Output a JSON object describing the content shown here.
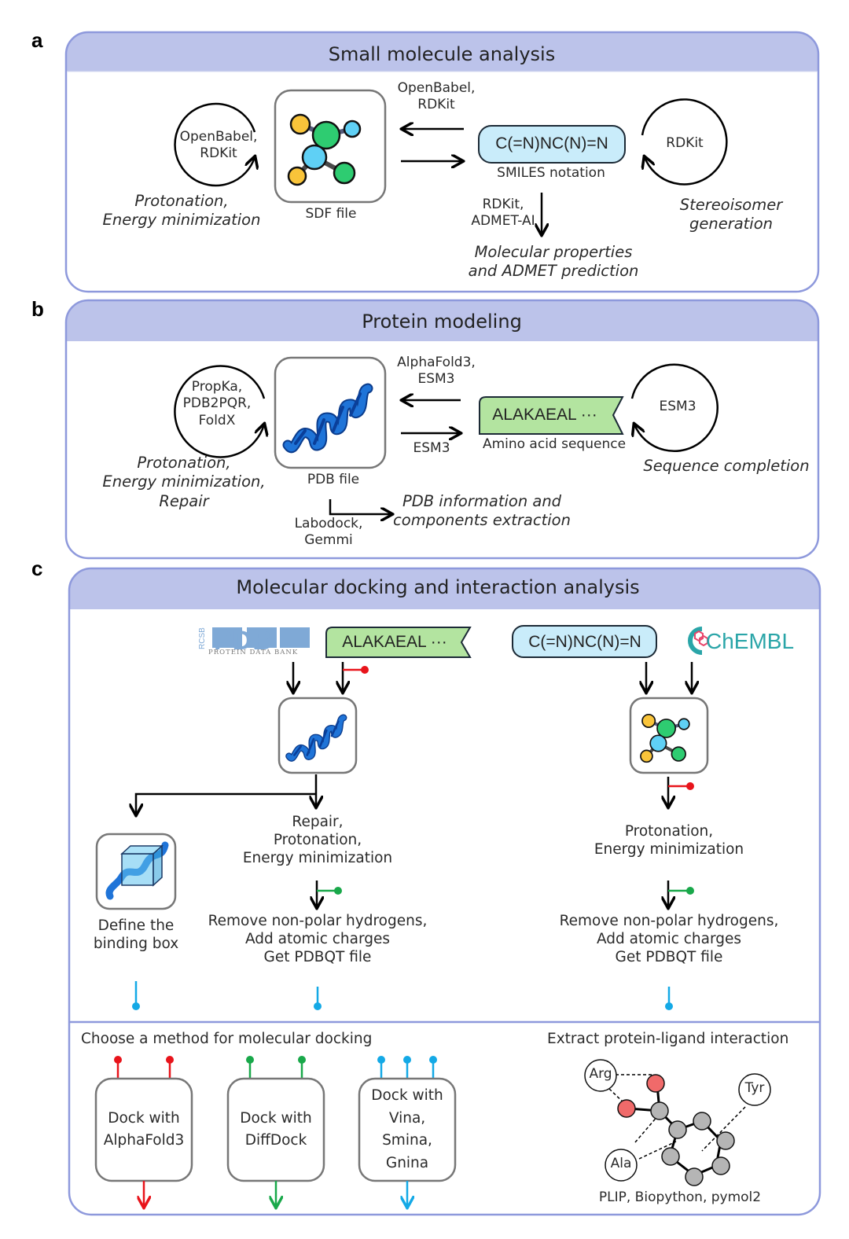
{
  "figure": {
    "panels": {
      "a": {
        "letter": "a",
        "title": "Small molecule analysis",
        "loop_left_tools": [
          "OpenBabel,",
          "RDKit"
        ],
        "loop_left_caption": [
          "Protonation,",
          "Energy minimization"
        ],
        "sdf_label": "SDF file",
        "arrow_to_sdf_tools": [
          "OpenBabel,",
          "RDKit"
        ],
        "smiles": "C(=N)NC(N)=N",
        "smiles_label": "SMILES notation",
        "down_tools": [
          "RDKit,",
          "ADMET-AI"
        ],
        "down_caption": [
          "Molecular properties",
          "and ADMET prediction"
        ],
        "loop_right_tools": "RDKit",
        "loop_right_caption": [
          "Stereoisomer",
          "generation"
        ]
      },
      "b": {
        "letter": "b",
        "title": "Protein modeling",
        "loop_left_tools": [
          "PropKa,",
          "PDB2PQR,",
          "FoldX"
        ],
        "loop_left_caption": [
          "Protonation,",
          "Energy minimization,",
          "Repair"
        ],
        "pdb_label": "PDB file",
        "arrow_to_pdb_tools": [
          "AlphaFold3,",
          "ESM3"
        ],
        "arrow_to_seq_tools": "ESM3",
        "sequence": "ALAKAEAL ···",
        "sequence_label": "Amino acid sequence",
        "loop_right_tools": "ESM3",
        "loop_right_caption": "Sequence completion",
        "extract_tools": [
          "Labodock,",
          "Gemmi"
        ],
        "extract_caption": [
          "PDB information and",
          "components extraction"
        ]
      },
      "c": {
        "letter": "c",
        "title": "Molecular docking and interaction analysis",
        "pdb_logo": {
          "main": "PDB",
          "side": "RCSB",
          "sub": "PROTEIN DATA BANK"
        },
        "sequence": "ALAKAEAL ···",
        "smiles": "C(=N)NC(N)=N",
        "chembl_logo": "ChEMBL",
        "binding_box_label": [
          "Define the",
          "binding box"
        ],
        "protein_prep": [
          "Repair,",
          "Protonation,",
          "Energy minimization"
        ],
        "protein_pdbqt": [
          "Remove non-polar hydrogens,",
          "Add atomic charges",
          "Get PDBQT file"
        ],
        "ligand_prep": [
          "Protonation,",
          "Energy minimization"
        ],
        "ligand_pdbqt": [
          "Remove non-polar hydrogens,",
          "Add atomic charges",
          "Get PDBQT file"
        ],
        "docking_title": "Choose a method for molecular docking",
        "dock_methods": [
          {
            "lines": [
              "Dock with",
              "AlphaFold3"
            ],
            "color": "#e8141b",
            "inputs": 2
          },
          {
            "lines": [
              "Dock with",
              "DiffDock"
            ],
            "color": "#19a84a",
            "inputs": 2
          },
          {
            "lines": [
              "Dock with",
              "Vina,",
              "Smina,",
              "Gnina"
            ],
            "color": "#14a9e6",
            "inputs": 3
          }
        ],
        "interaction_title": "Extract protein-ligand interaction",
        "residues": [
          "Arg",
          "Tyr",
          "Ala"
        ],
        "interaction_tools": "PLIP, Biopython, pymol2"
      }
    },
    "colors": {
      "header_fill": "#bcc3ea",
      "panel_border": "#8e99dc",
      "smiles_fill": "#c9ecfa",
      "sequence_fill": "#b3e4a0",
      "red": "#e8141b",
      "green": "#19a84a",
      "blue": "#14a9e6",
      "atom_yellow": "#f9c43a",
      "atom_green": "#2ecc71",
      "atom_blue": "#5fd0f5",
      "helix_blue": "#1f6fd1",
      "oxygen": "#f06a6a",
      "carbon": "#b5b5b5"
    }
  }
}
